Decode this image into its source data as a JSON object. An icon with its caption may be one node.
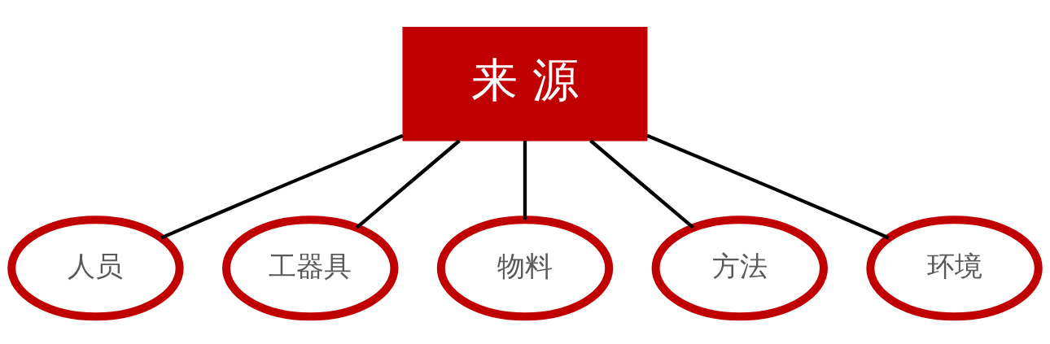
{
  "diagram": {
    "nodes": [
      {
        "text": [
          "来 源"
        ]
      },
      {
        "text": [
          "人员"
        ]
      },
      {
        "text": [
          "工器具"
        ]
      },
      {
        "text": [
          "物料"
        ]
      },
      {
        "text": [
          "方法"
        ]
      },
      {
        "text": [
          "环境"
        ]
      }
    ],
    "edges": [
      {
        "from": 0,
        "to": 1,
        "arrow": "none"
      },
      {
        "from": 0,
        "to": 2,
        "arrow": "none"
      },
      {
        "from": 0,
        "to": 3,
        "arrow": "none"
      },
      {
        "from": 0,
        "to": 4,
        "arrow": "none"
      },
      {
        "from": 0,
        "to": 5,
        "arrow": "none"
      }
    ]
  }
}
